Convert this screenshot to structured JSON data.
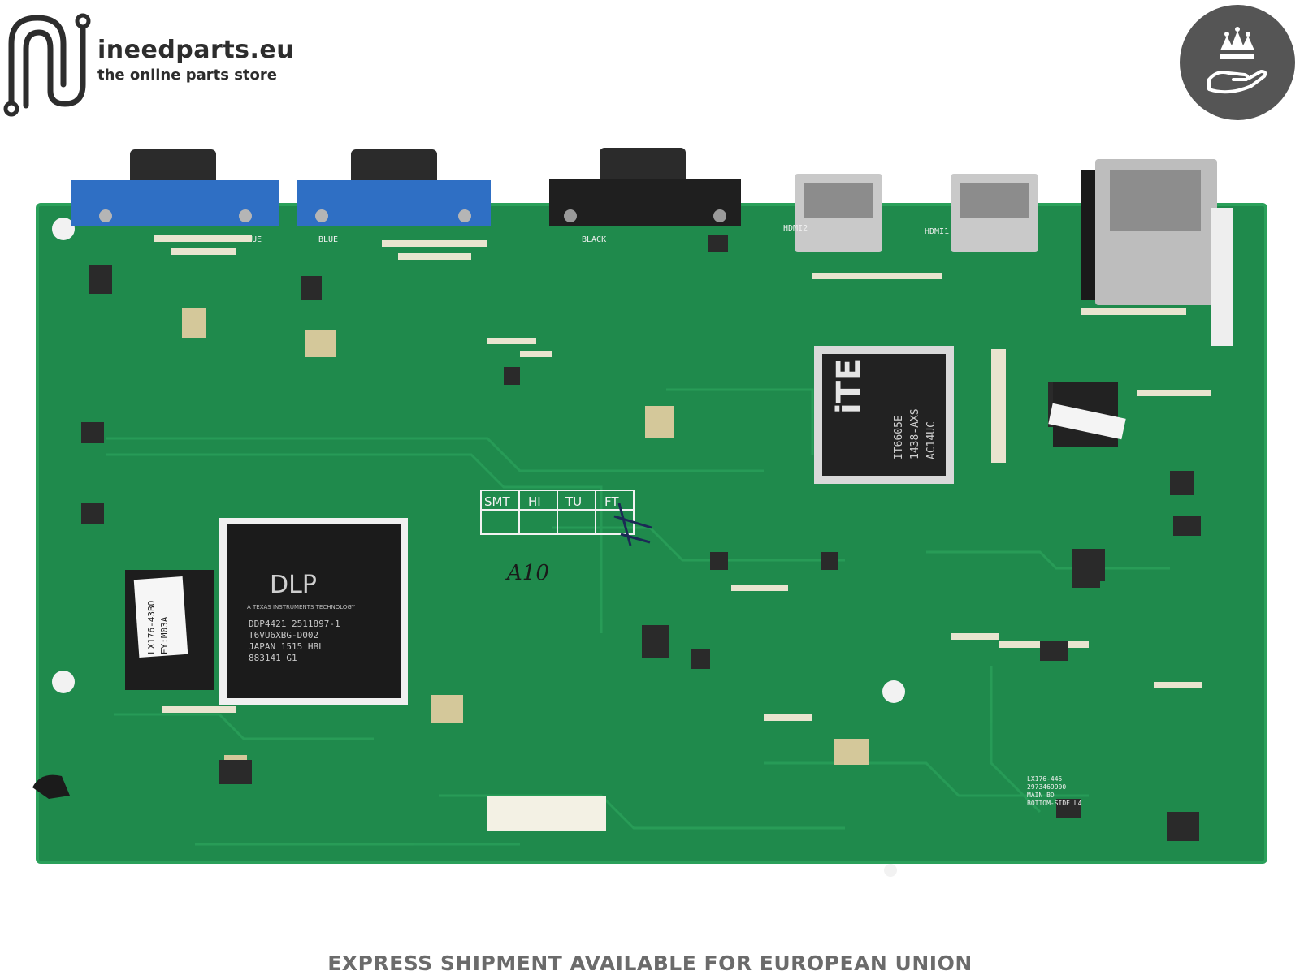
{
  "brand": {
    "name": "ineedparts.eu",
    "tagline": "the online parts store"
  },
  "board": {
    "ports": [
      {
        "label": "BLUE",
        "color": "#2f6fc4"
      },
      {
        "label": "BLUE",
        "color": "#2f6fc4"
      },
      {
        "label": "BLACK",
        "color": "#1f1f1f"
      },
      {
        "label": "HDMI2",
        "color": "#c9c9c9"
      },
      {
        "label": "HDMI1",
        "color": "#c9c9c9"
      }
    ],
    "chips": {
      "dlp": {
        "logo": "DLP",
        "sub": "A TEXAS INSTRUMENTS TECHNOLOGY",
        "lines": [
          "DDP4421   2511897-1",
          "T6VU6XBG-D002",
          "JAPAN 1515 HBL",
          "883141          G1"
        ]
      },
      "ite": {
        "logo": "iTE",
        "lines": [
          "IT6605E",
          "1438-AXS",
          "AC14UC"
        ]
      },
      "side_chip_sticker": [
        "LX176-43BO",
        "EY:M03A"
      ]
    },
    "stamp": {
      "cells": [
        "SMT",
        "HI",
        "TU",
        "FT"
      ],
      "handwriting": "A10"
    },
    "silkscreen": [
      "LX176-445",
      "2973469900",
      "MAIN BD",
      "BOTTOM-SIDE L4"
    ],
    "colors": {
      "pcb": "#1f8a4c",
      "pcb_dark": "#136b38",
      "trace": "#2aa05a"
    }
  },
  "footer": {
    "text": "EXPRESS SHIPMENT AVAILABLE FOR EUROPEAN UNION"
  }
}
